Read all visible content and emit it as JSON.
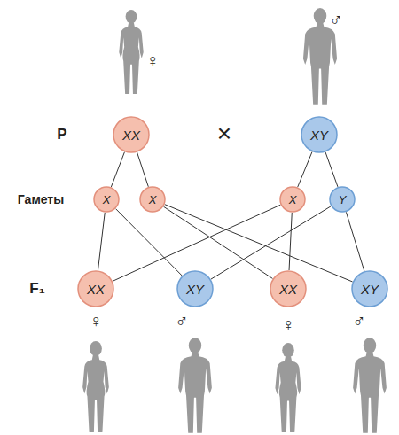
{
  "diagram": {
    "nodes": [
      {
        "text": [
          "XX"
        ]
      },
      {
        "text": [
          "XY"
        ]
      },
      {
        "text": [
          "X"
        ]
      },
      {
        "text": [
          "X"
        ]
      },
      {
        "text": [
          "X"
        ]
      },
      {
        "text": [
          "Y"
        ]
      },
      {
        "text": [
          "XX"
        ]
      },
      {
        "text": [
          "XY"
        ]
      },
      {
        "text": [
          "XX"
        ]
      },
      {
        "text": [
          "XY"
        ]
      }
    ],
    "edges": [
      {
        "from": 0,
        "to": 2,
        "arrow": "none"
      },
      {
        "from": 0,
        "to": 3,
        "arrow": "none"
      },
      {
        "from": 1,
        "to": 4,
        "arrow": "none"
      },
      {
        "from": 1,
        "to": 5,
        "arrow": "none"
      },
      {
        "from": 2,
        "to": 6,
        "arrow": "none"
      },
      {
        "from": 2,
        "to": 7,
        "arrow": "none"
      },
      {
        "from": 3,
        "to": 8,
        "arrow": "none"
      },
      {
        "from": 3,
        "to": 9,
        "arrow": "none"
      },
      {
        "from": 4,
        "to": 6,
        "arrow": "none"
      },
      {
        "from": 4,
        "to": 8,
        "arrow": "none"
      },
      {
        "from": 5,
        "to": 7,
        "arrow": "none"
      },
      {
        "from": 5,
        "to": 9,
        "arrow": "none"
      }
    ],
    "labels": [
      "♀",
      "♂",
      "P",
      "×",
      "Гаметы",
      "F₁",
      "♀",
      "♂",
      "♀",
      "♂"
    ]
  }
}
